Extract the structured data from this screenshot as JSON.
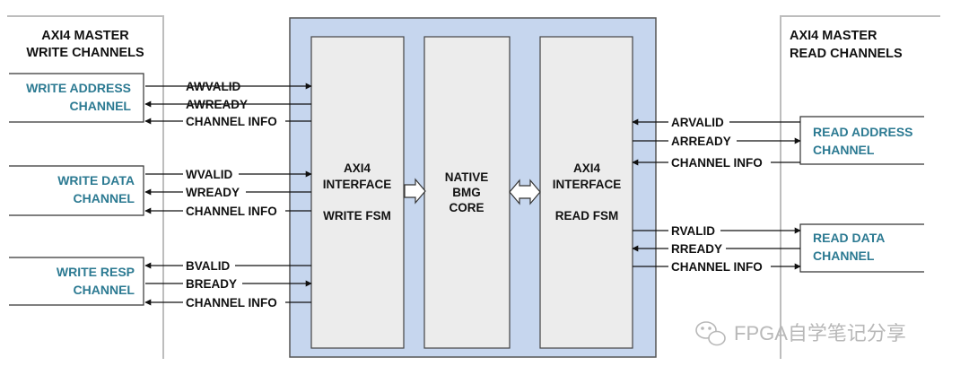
{
  "left_panel": {
    "title_line1": "AXI4 MASTER",
    "title_line2": "WRITE CHANNELS",
    "channels": [
      {
        "line1": "WRITE ADDRESS",
        "line2": "CHANNEL",
        "signals": [
          "AWVALID",
          "AWREADY",
          "CHANNEL INFO"
        ]
      },
      {
        "line1": "WRITE DATA",
        "line2": "CHANNEL",
        "signals": [
          "WVALID",
          "WREADY",
          "CHANNEL INFO"
        ]
      },
      {
        "line1": "WRITE RESP",
        "line2": "CHANNEL",
        "signals": [
          "BVALID",
          "BREADY",
          "CHANNEL INFO"
        ]
      }
    ]
  },
  "right_panel": {
    "title_line1": "AXI4 MASTER",
    "title_line2": "READ CHANNELS",
    "channels": [
      {
        "line1": "READ ADDRESS",
        "line2": "CHANNEL",
        "signals": [
          "ARVALID",
          "ARREADY",
          "CHANNEL INFO"
        ]
      },
      {
        "line1": "READ DATA",
        "line2": "CHANNEL",
        "signals": [
          "RVALID",
          "RREADY",
          "CHANNEL INFO"
        ]
      }
    ]
  },
  "core": {
    "write_fsm": {
      "line1": "AXI4",
      "line2": "INTERFACE",
      "line3": "WRITE FSM"
    },
    "bmg": {
      "line1": "NATIVE",
      "line2": "BMG",
      "line3": "CORE"
    },
    "read_fsm": {
      "line1": "AXI4",
      "line2": "INTERFACE",
      "line3": "READ FSM"
    }
  },
  "watermark": "FPGA自学笔记分享",
  "colors": {
    "core_fill": "#c6d6ee",
    "box_fill": "#ececec",
    "channel_text": "#2c7a92",
    "border": "#333333"
  }
}
